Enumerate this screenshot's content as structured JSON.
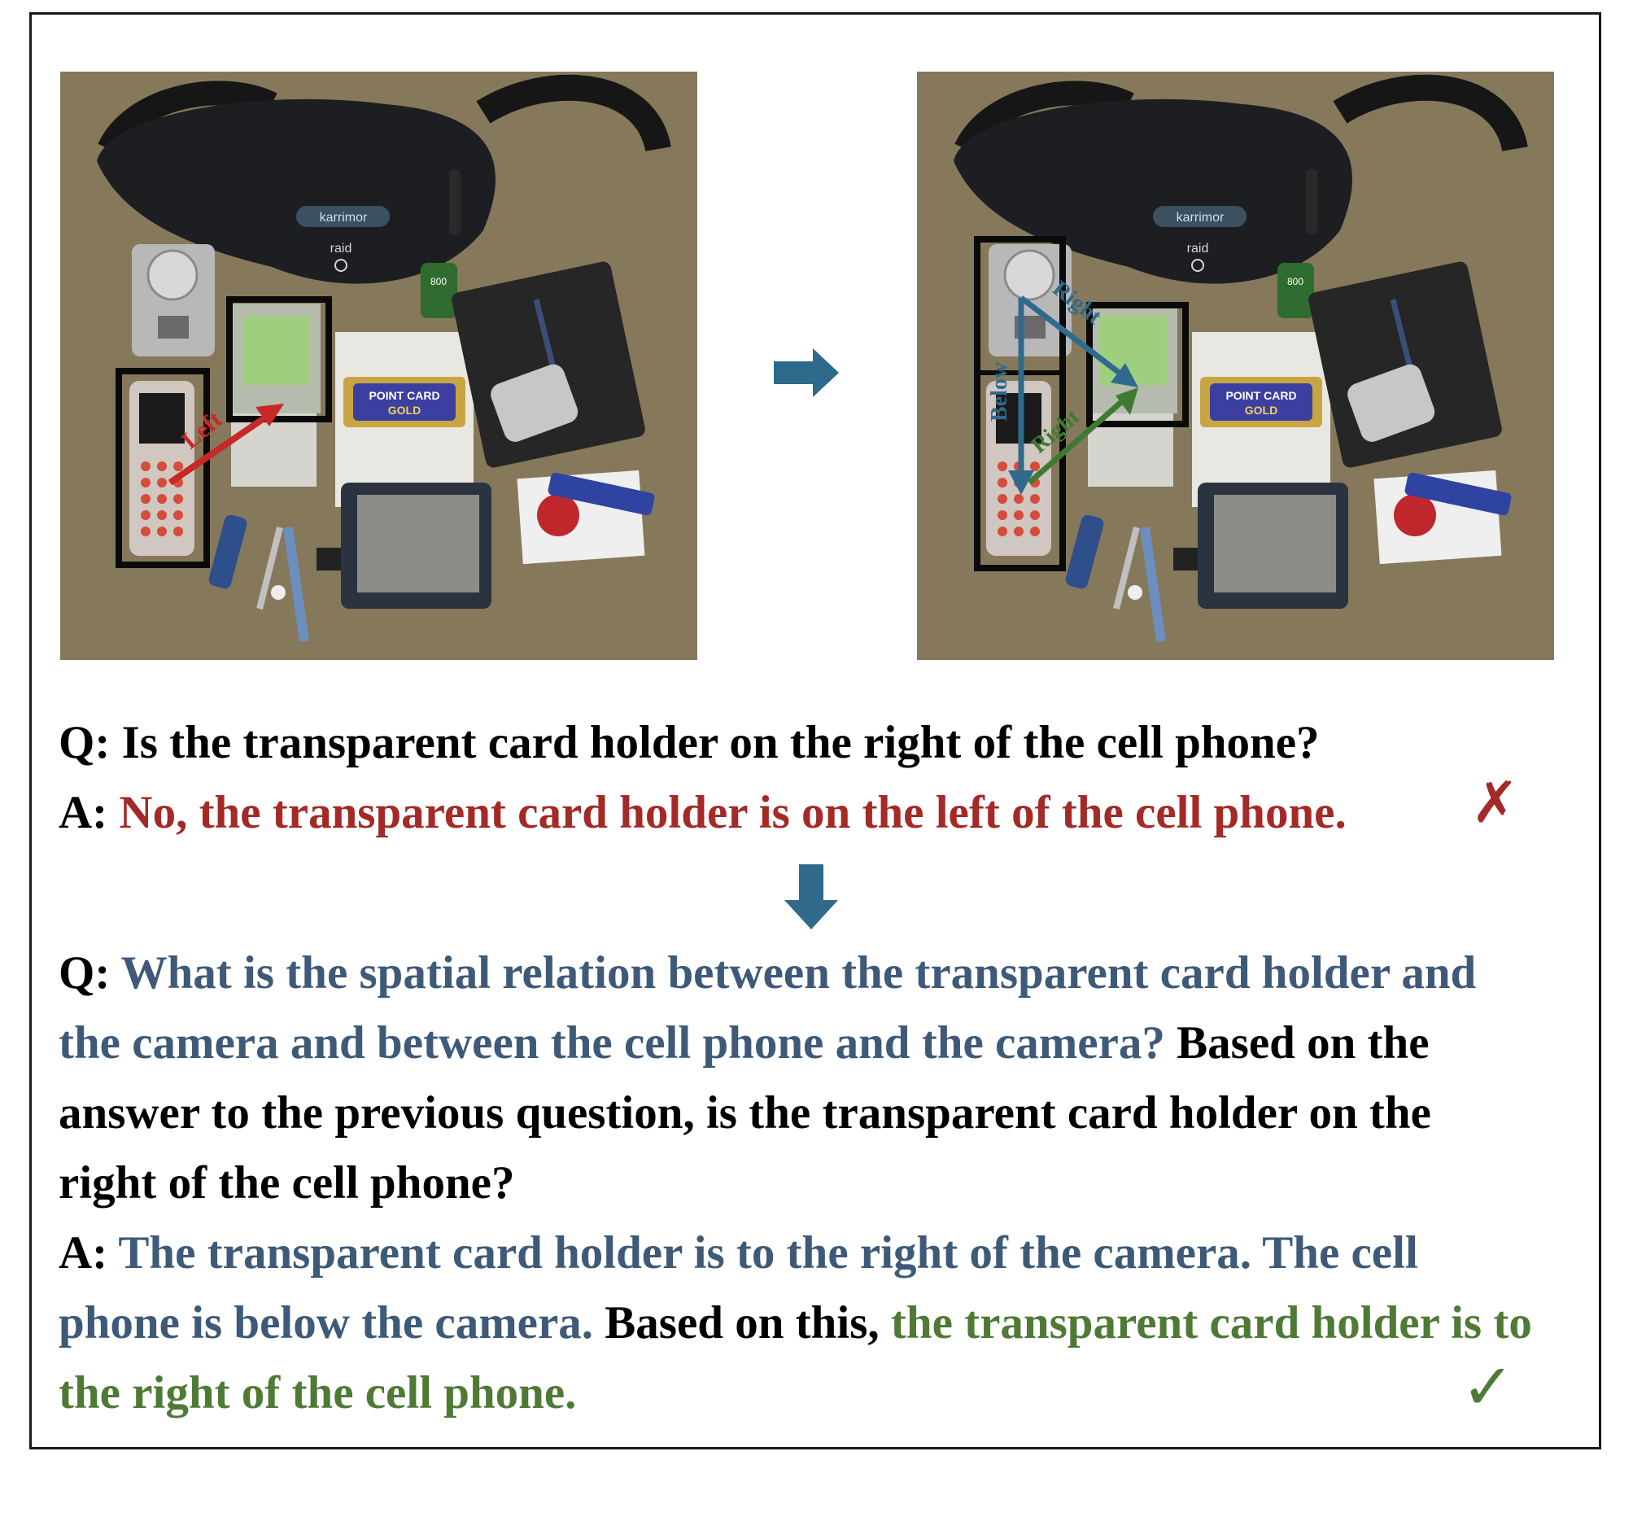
{
  "colors": {
    "blue": "#3e5a78",
    "red": "#a32a26",
    "green": "#4f7a35",
    "arrow_blue": "#2f6a8c",
    "box": "#0a0a0a"
  },
  "photos": {
    "left": {
      "labels": {
        "left": "Left"
      },
      "card_text": {
        "line1": "POINT CARD",
        "line2": "GOLD"
      },
      "bag_brand": "karrimor",
      "bag_model": "raid",
      "film_label": "800"
    },
    "right": {
      "labels": {
        "below": "Below",
        "right_top": "Right",
        "right_bottom": "Right"
      },
      "card_text": {
        "line1": "POINT CARD",
        "line2": "GOLD"
      },
      "bag_brand": "karrimor",
      "bag_model": "raid",
      "film_label": "800"
    }
  },
  "qa1": {
    "q_prefix": "Q:",
    "q_text": "Is the transparent card holder on the right of the cell phone?",
    "a_prefix": "A:",
    "a_text": "No, the transparent card holder is on the left of the cell phone.",
    "mark": "✗"
  },
  "qa2": {
    "q_prefix": "Q:",
    "q_blue": "What is the spatial relation between the transparent card holder and the camera and between the cell phone and the camera?",
    "q_black": "Based on the answer to the previous question, is the transparent card holder on the right of the cell phone?",
    "a_prefix": "A:",
    "a_blue": "The transparent card holder is to the right of the camera. The cell phone is below the camera.",
    "a_black": "Based on this,",
    "a_green": "the transparent card holder is to the right of the cell phone.",
    "mark": "✓"
  }
}
